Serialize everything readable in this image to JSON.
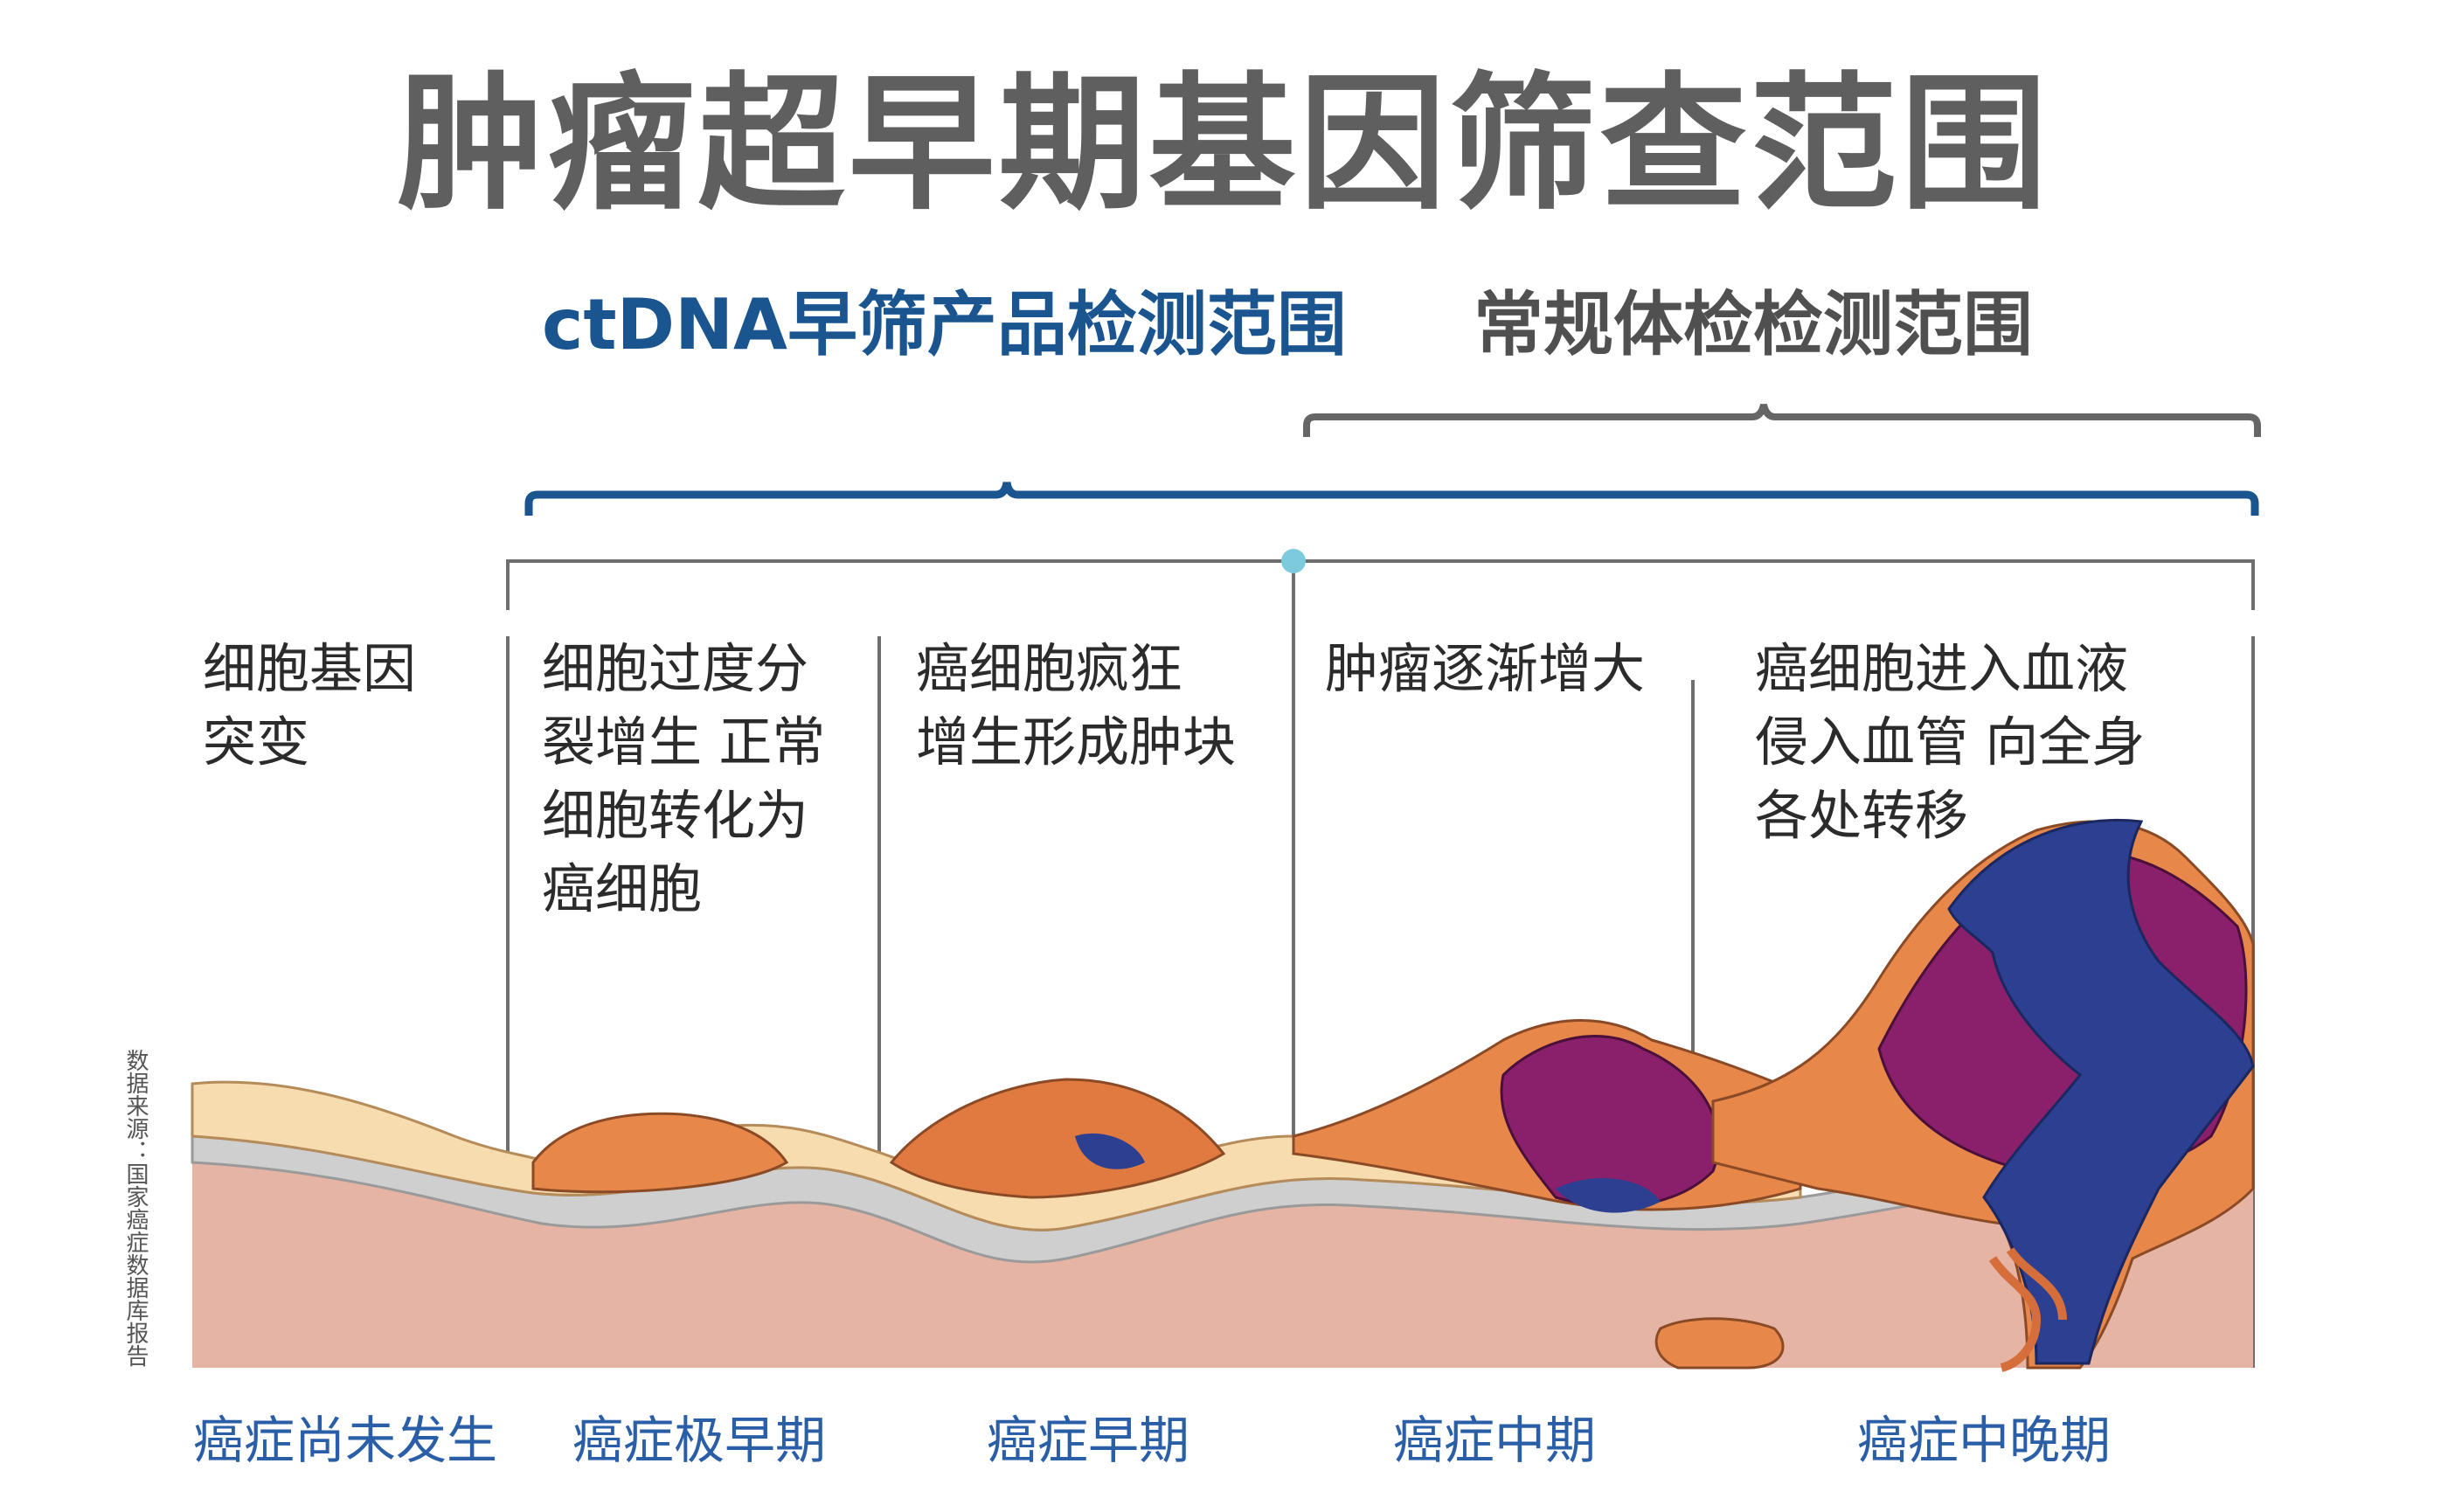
{
  "title": "肿瘤超早期基因筛查范围",
  "ranges": {
    "ctdna": "ctDNA早筛产品检测范围",
    "routine": "常规体检检测范围"
  },
  "descriptions": [
    "细胞基因\n突变",
    "细胞过度分\n裂增生 正常\n细胞转化为\n癌细胞",
    "癌细胞疯狂\n增生形成肿块",
    "肿瘤逐渐增大",
    "癌细胞进入血液\n侵入血管 向全身\n各处转移"
  ],
  "stages": [
    "癌症尚未发生",
    "癌症极早期",
    "癌症早期",
    "癌症中期",
    "癌症中晚期"
  ],
  "source_note": "数据来源：国家癌症数据库报告",
  "colors": {
    "title": "#5f5f5f",
    "ctdna_brace": "#1a5590",
    "routine_brace": "#666666",
    "stage_label": "#2a5fa8",
    "dot": "#7ccbdd",
    "tissue": "#e6b4a4",
    "membrane": "#cfcfcf",
    "normal_cell": "#f6dcae",
    "abnormal_cell": "#e8874a",
    "tumor_purple": "#8a1f6b",
    "metastasis_blue": "#2c3f91"
  }
}
